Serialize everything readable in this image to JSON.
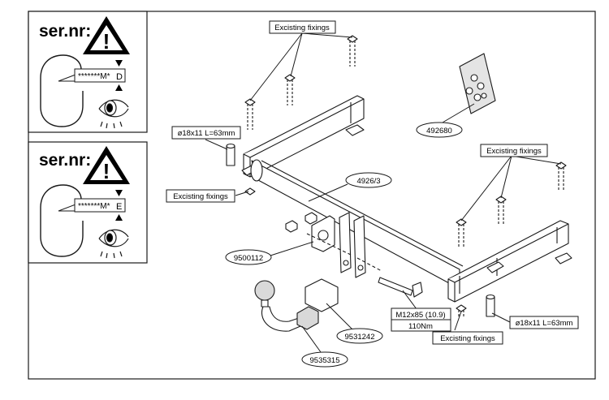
{
  "panels": [
    {
      "label": "ser.nr:",
      "code_text": "*******M*",
      "code_letter": "D"
    },
    {
      "label": "ser.nr:",
      "code_text": "*******M*",
      "code_letter": "E"
    }
  ],
  "warning_glyph": "!",
  "callouts": {
    "fixings_top": "Excisting fixings",
    "fixings_right": "Excisting fixings",
    "fixings_left": "Excisting fixings",
    "fixings_bottom": "Excisting fixings",
    "spacer_left": "ø18x11 L=63mm",
    "spacer_right": "ø18x11 L=63mm",
    "part_bar": "4926/3",
    "part_plate": "492680",
    "part_bracket": "9500112",
    "part_ball": "9535315",
    "part_module": "9531242",
    "bolt_spec": "M12x85 (10.9)",
    "bolt_torque": "110Nm"
  },
  "colors": {
    "line": "#1a1a1a",
    "fill": "#ffffff",
    "shade": "#d9d9d9"
  }
}
